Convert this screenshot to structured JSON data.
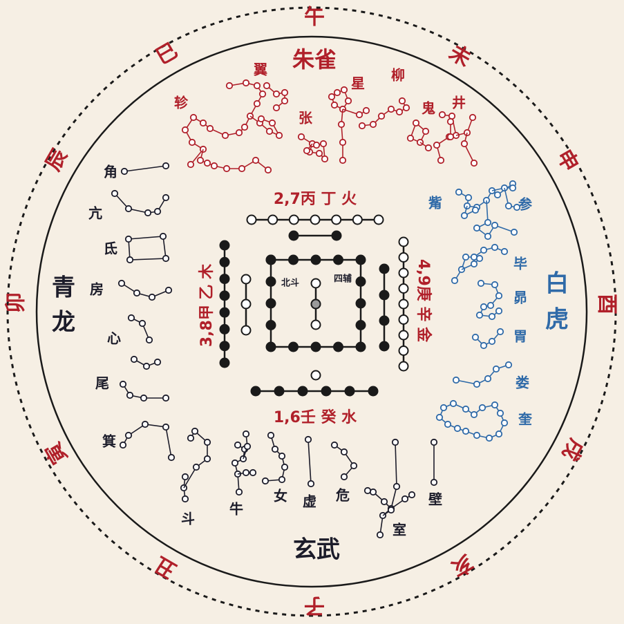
{
  "branches": [
    "午",
    "未",
    "申",
    "酉",
    "戌",
    "亥",
    "子",
    "丑",
    "寅",
    "卯",
    "辰",
    "巳"
  ],
  "animals": {
    "south": "朱雀",
    "west_top": "白",
    "west_bottom": "虎",
    "east_top": "青",
    "east_bottom": "龙",
    "north": "玄武"
  },
  "mansions": {
    "south": [
      "翼",
      "轸",
      "张",
      "星",
      "柳",
      "鬼",
      "井"
    ],
    "west": [
      "觜",
      "参",
      "毕",
      "昴",
      "胃",
      "娄",
      "奎"
    ],
    "east": [
      "角",
      "亢",
      "氐",
      "房",
      "心",
      "尾",
      "箕"
    ],
    "north": [
      "斗",
      "牛",
      "女",
      "虚",
      "危",
      "室",
      "壁"
    ]
  },
  "hetu_labels": {
    "top": "2,7丙 丁 火",
    "bottom": "1,6壬 癸 水",
    "left": "3,8甲 乙 木",
    "right": "4,9庚 辛 金"
  },
  "center_labels": [
    "北斗",
    "四辅"
  ],
  "colors": {
    "red": "#b0202a",
    "blue": "#2f6aa8",
    "dark": "#1c1c2a",
    "background": "#f6efe4"
  }
}
